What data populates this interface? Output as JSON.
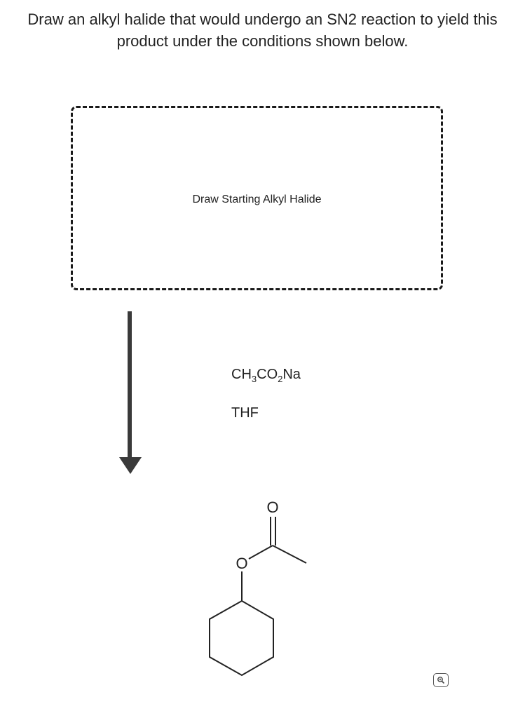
{
  "prompt": {
    "line1": "Draw an alkyl halide that would undergo an SN2 reaction to yield this",
    "line2": "product under the conditions shown below."
  },
  "draw_area": {
    "label": "Draw Starting Alkyl Halide"
  },
  "reagents": {
    "reagent_1": {
      "a": "CH",
      "b": "3",
      "c": "CO",
      "d": "2",
      "e": "Na"
    },
    "reagent_2": "THF"
  },
  "product": {
    "atom_carbonyl_o": "O",
    "atom_ester_o": "O"
  },
  "icons": {
    "zoom": "magnifier-icon",
    "arrow": "reaction-arrow-icon"
  },
  "colors": {
    "arrow": "#3a3a3a",
    "border": "#1a1a1a"
  }
}
